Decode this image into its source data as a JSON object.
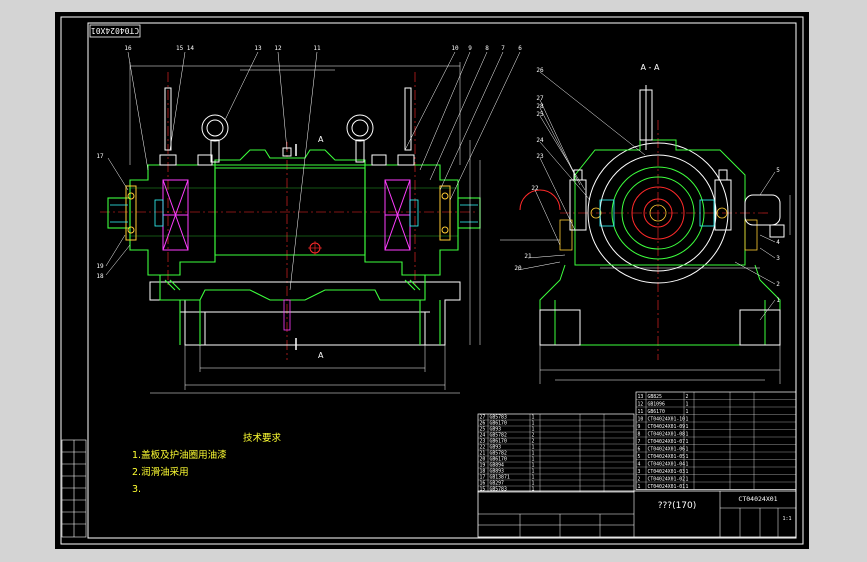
{
  "drawing": {
    "code_top": "CT04024X01",
    "section_label": "A - A",
    "cut_marker_top": "A",
    "cut_marker_bottom": "A"
  },
  "callouts_main": [
    "16",
    "15 14",
    "13",
    "12",
    "11",
    "10",
    "9",
    "8",
    "7",
    "6",
    "17",
    "19",
    "18"
  ],
  "callouts_side": [
    "26",
    "27",
    "28",
    "25",
    "24",
    "23",
    "22",
    "21",
    "20",
    "5",
    "4",
    "3",
    "2",
    "1"
  ],
  "notes": {
    "title": "技术要求",
    "line1": "1.盖板及护油圈用油漆",
    "line2": "2.润滑油采用",
    "line3": "3."
  },
  "title_block": {
    "part_name": "???(170)",
    "drawing_no": "CT04024X01",
    "scale": "1:1"
  },
  "parts_left": [
    [
      "27",
      "GB5783",
      "1",
      "",
      "",
      ""
    ],
    [
      "26",
      "GB6170",
      "1",
      "",
      "",
      ""
    ],
    [
      "25",
      "GB93",
      "1",
      "",
      "",
      ""
    ],
    [
      "24",
      "GB5782",
      "2",
      "",
      "",
      ""
    ],
    [
      "23",
      "GB6170",
      "2",
      "",
      "",
      ""
    ],
    [
      "22",
      "GB93",
      "1",
      "",
      "",
      ""
    ],
    [
      "21",
      "GB5782",
      "1",
      "",
      "",
      ""
    ],
    [
      "20",
      "GB6170",
      "1",
      "",
      "",
      ""
    ],
    [
      "19",
      "GB894",
      "1",
      "",
      "",
      ""
    ],
    [
      "18",
      "GB893",
      "1",
      "",
      "",
      ""
    ],
    [
      "17",
      "GB13871",
      "1",
      "",
      "",
      ""
    ],
    [
      "16",
      "GB297",
      "1",
      "",
      "",
      ""
    ],
    [
      "15",
      "GB5783",
      "1",
      "",
      "",
      ""
    ]
  ],
  "parts_right": [
    [
      "13",
      "GB825",
      "2",
      "",
      "",
      ""
    ],
    [
      "12",
      "GB1096",
      "1",
      "",
      "",
      ""
    ],
    [
      "11",
      "GB6170",
      "1",
      "",
      "",
      ""
    ],
    [
      "10",
      "CT04024X01-10",
      "1",
      "",
      "",
      ""
    ],
    [
      "9",
      "CT04024X01-09",
      "1",
      "",
      "",
      ""
    ],
    [
      "8",
      "CT04024X01-08",
      "1",
      "",
      "",
      ""
    ],
    [
      "7",
      "CT04024X01-07",
      "1",
      "",
      "",
      ""
    ],
    [
      "6",
      "CT04024X01-06",
      "1",
      "",
      "",
      ""
    ],
    [
      "5",
      "CT04024X01-05",
      "1",
      "",
      "",
      ""
    ],
    [
      "4",
      "CT04024X01-04",
      "1",
      "",
      "",
      ""
    ],
    [
      "3",
      "CT04024X01-03",
      "1",
      "",
      "",
      ""
    ],
    [
      "2",
      "CT04024X01-02",
      "1",
      "",
      "",
      ""
    ],
    [
      "1",
      "CT04024X01-01",
      "1",
      "",
      "",
      ""
    ]
  ]
}
